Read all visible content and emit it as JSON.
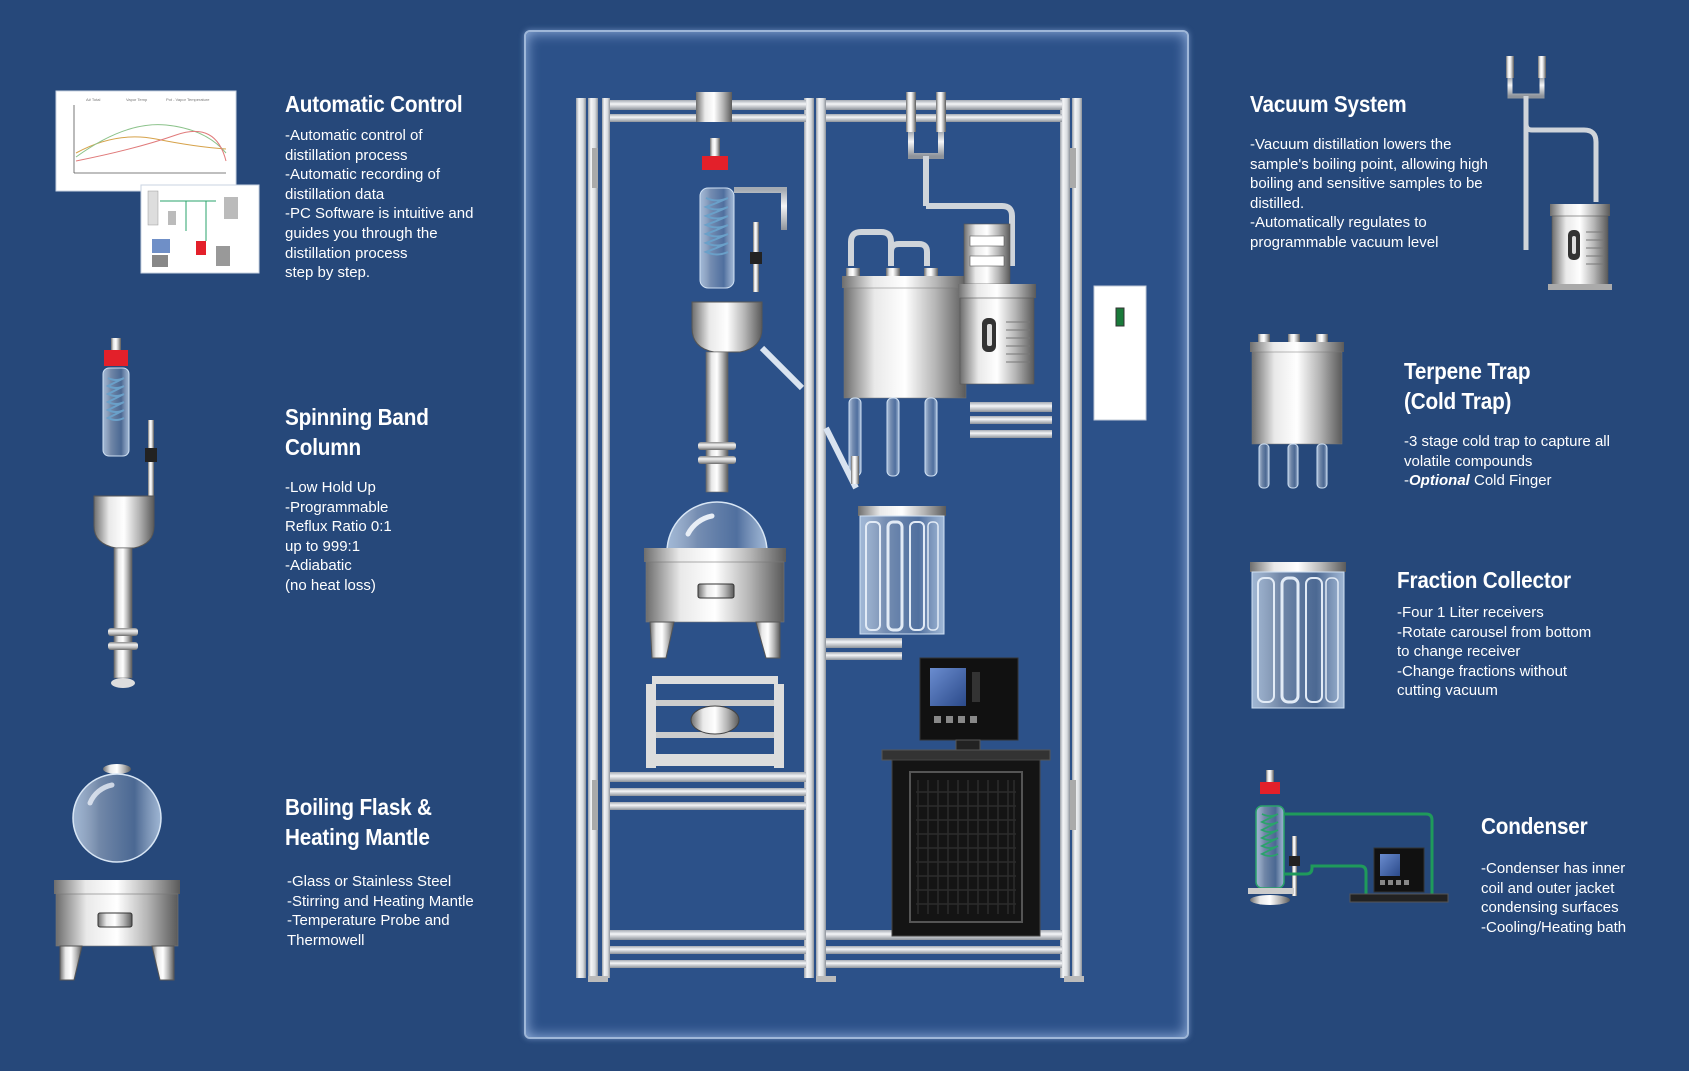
{
  "sections": {
    "automatic_control": {
      "title": "Automatic Control",
      "lines": [
        "-Automatic control of",
        "distillation process",
        "-Automatic recording of",
        "distillation data",
        "-PC Software is intuitive and",
        "guides you through the",
        "distillation process",
        "step by step."
      ]
    },
    "spinning_band": {
      "title_lines": [
        "Spinning Band",
        "Column"
      ],
      "lines": [
        "-Low Hold Up",
        "-Programmable",
        "Reflux Ratio 0:1",
        "up to 999:1",
        "-Adiabatic",
        "(no heat loss)"
      ]
    },
    "boiling_flask": {
      "title_lines": [
        "Boiling Flask &",
        "Heating Mantle"
      ],
      "lines": [
        "-Glass or Stainless Steel",
        "-Stirring and Heating Mantle",
        "-Temperature Probe and",
        "Thermowell"
      ]
    },
    "vacuum_system": {
      "title": "Vacuum System",
      "lines": [
        "-Vacuum distillation lowers the",
        "sample's boiling point, allowing high",
        "boiling and sensitive samples to be",
        "distilled.",
        "-Automatically regulates to",
        "programmable vacuum level"
      ]
    },
    "terpene_trap": {
      "title_lines": [
        "Terpene Trap",
        "(Cold Trap)"
      ],
      "line1": "-3 stage cold trap to capture all",
      "line2": "volatile compounds",
      "line3_prefix": "-",
      "line3_emph": "Optional",
      "line3_rest": " Cold Finger"
    },
    "fraction_collector": {
      "title": "Fraction Collector",
      "lines": [
        "-Four 1 Liter receivers",
        "-Rotate carousel from bottom",
        "to change receiver",
        "-Change fractions without",
        "cutting vacuum"
      ]
    },
    "condenser": {
      "title": "Condenser",
      "lines": [
        "-Condenser has inner",
        "coil and outer jacket",
        "condensing surfaces",
        "-Cooling/Heating bath"
      ]
    }
  },
  "colors": {
    "background": "#26487a",
    "panel": "#2c5189",
    "accent_red": "#e3202a",
    "coolant_green": "#1f9a5b"
  }
}
